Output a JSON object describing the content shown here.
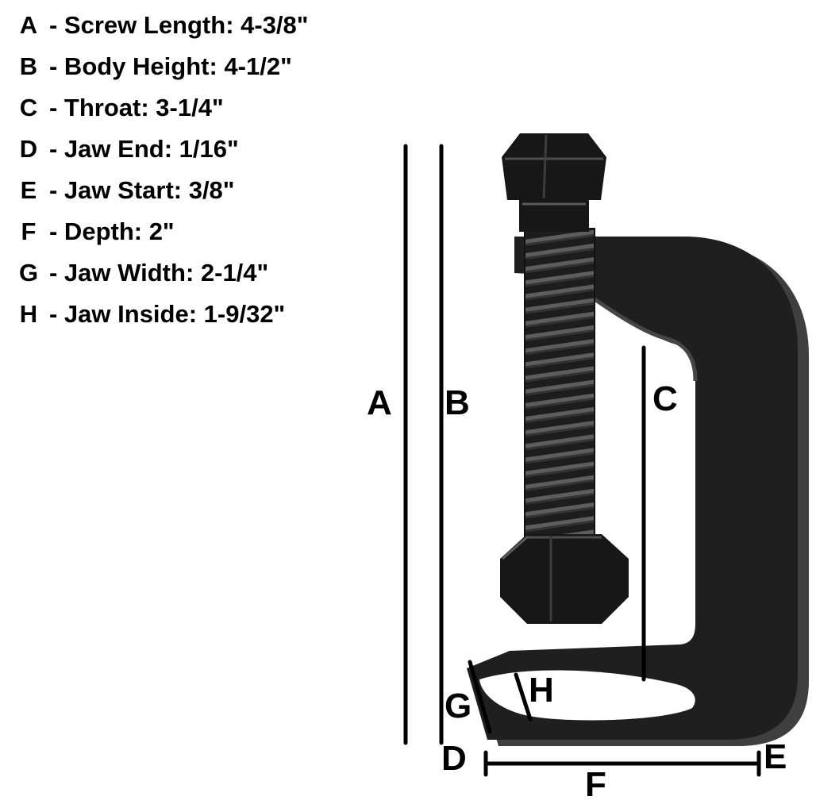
{
  "legend": {
    "items": [
      {
        "letter": "A",
        "text": "- Screw Length: 4-3/8\""
      },
      {
        "letter": "B",
        "text": "- Body Height: 4-1/2\""
      },
      {
        "letter": "C",
        "text": "- Throat: 3-1/4\""
      },
      {
        "letter": "D",
        "text": "- Jaw End: 1/16\""
      },
      {
        "letter": "E",
        "text": "- Jaw Start: 3/8\""
      },
      {
        "letter": "F",
        "text": "- Depth: 2\""
      },
      {
        "letter": "G",
        "text": "- Jaw Width: 2-1/4\""
      },
      {
        "letter": "H",
        "text": "- Jaw Inside: 1-9/32\""
      }
    ]
  },
  "dimension_labels": {
    "a": "A",
    "b": "B",
    "c": "C",
    "d": "D",
    "e": "E",
    "f": "F",
    "g": "G",
    "h": "H"
  },
  "colors": {
    "background": "#ffffff",
    "text": "#000000",
    "tool_body": "#1f1f1f",
    "tool_shadow": "#3f3f3f",
    "screw_dark": "#171717",
    "thread_highlight": "#5d5d5d",
    "dimension_line": "#000000"
  }
}
